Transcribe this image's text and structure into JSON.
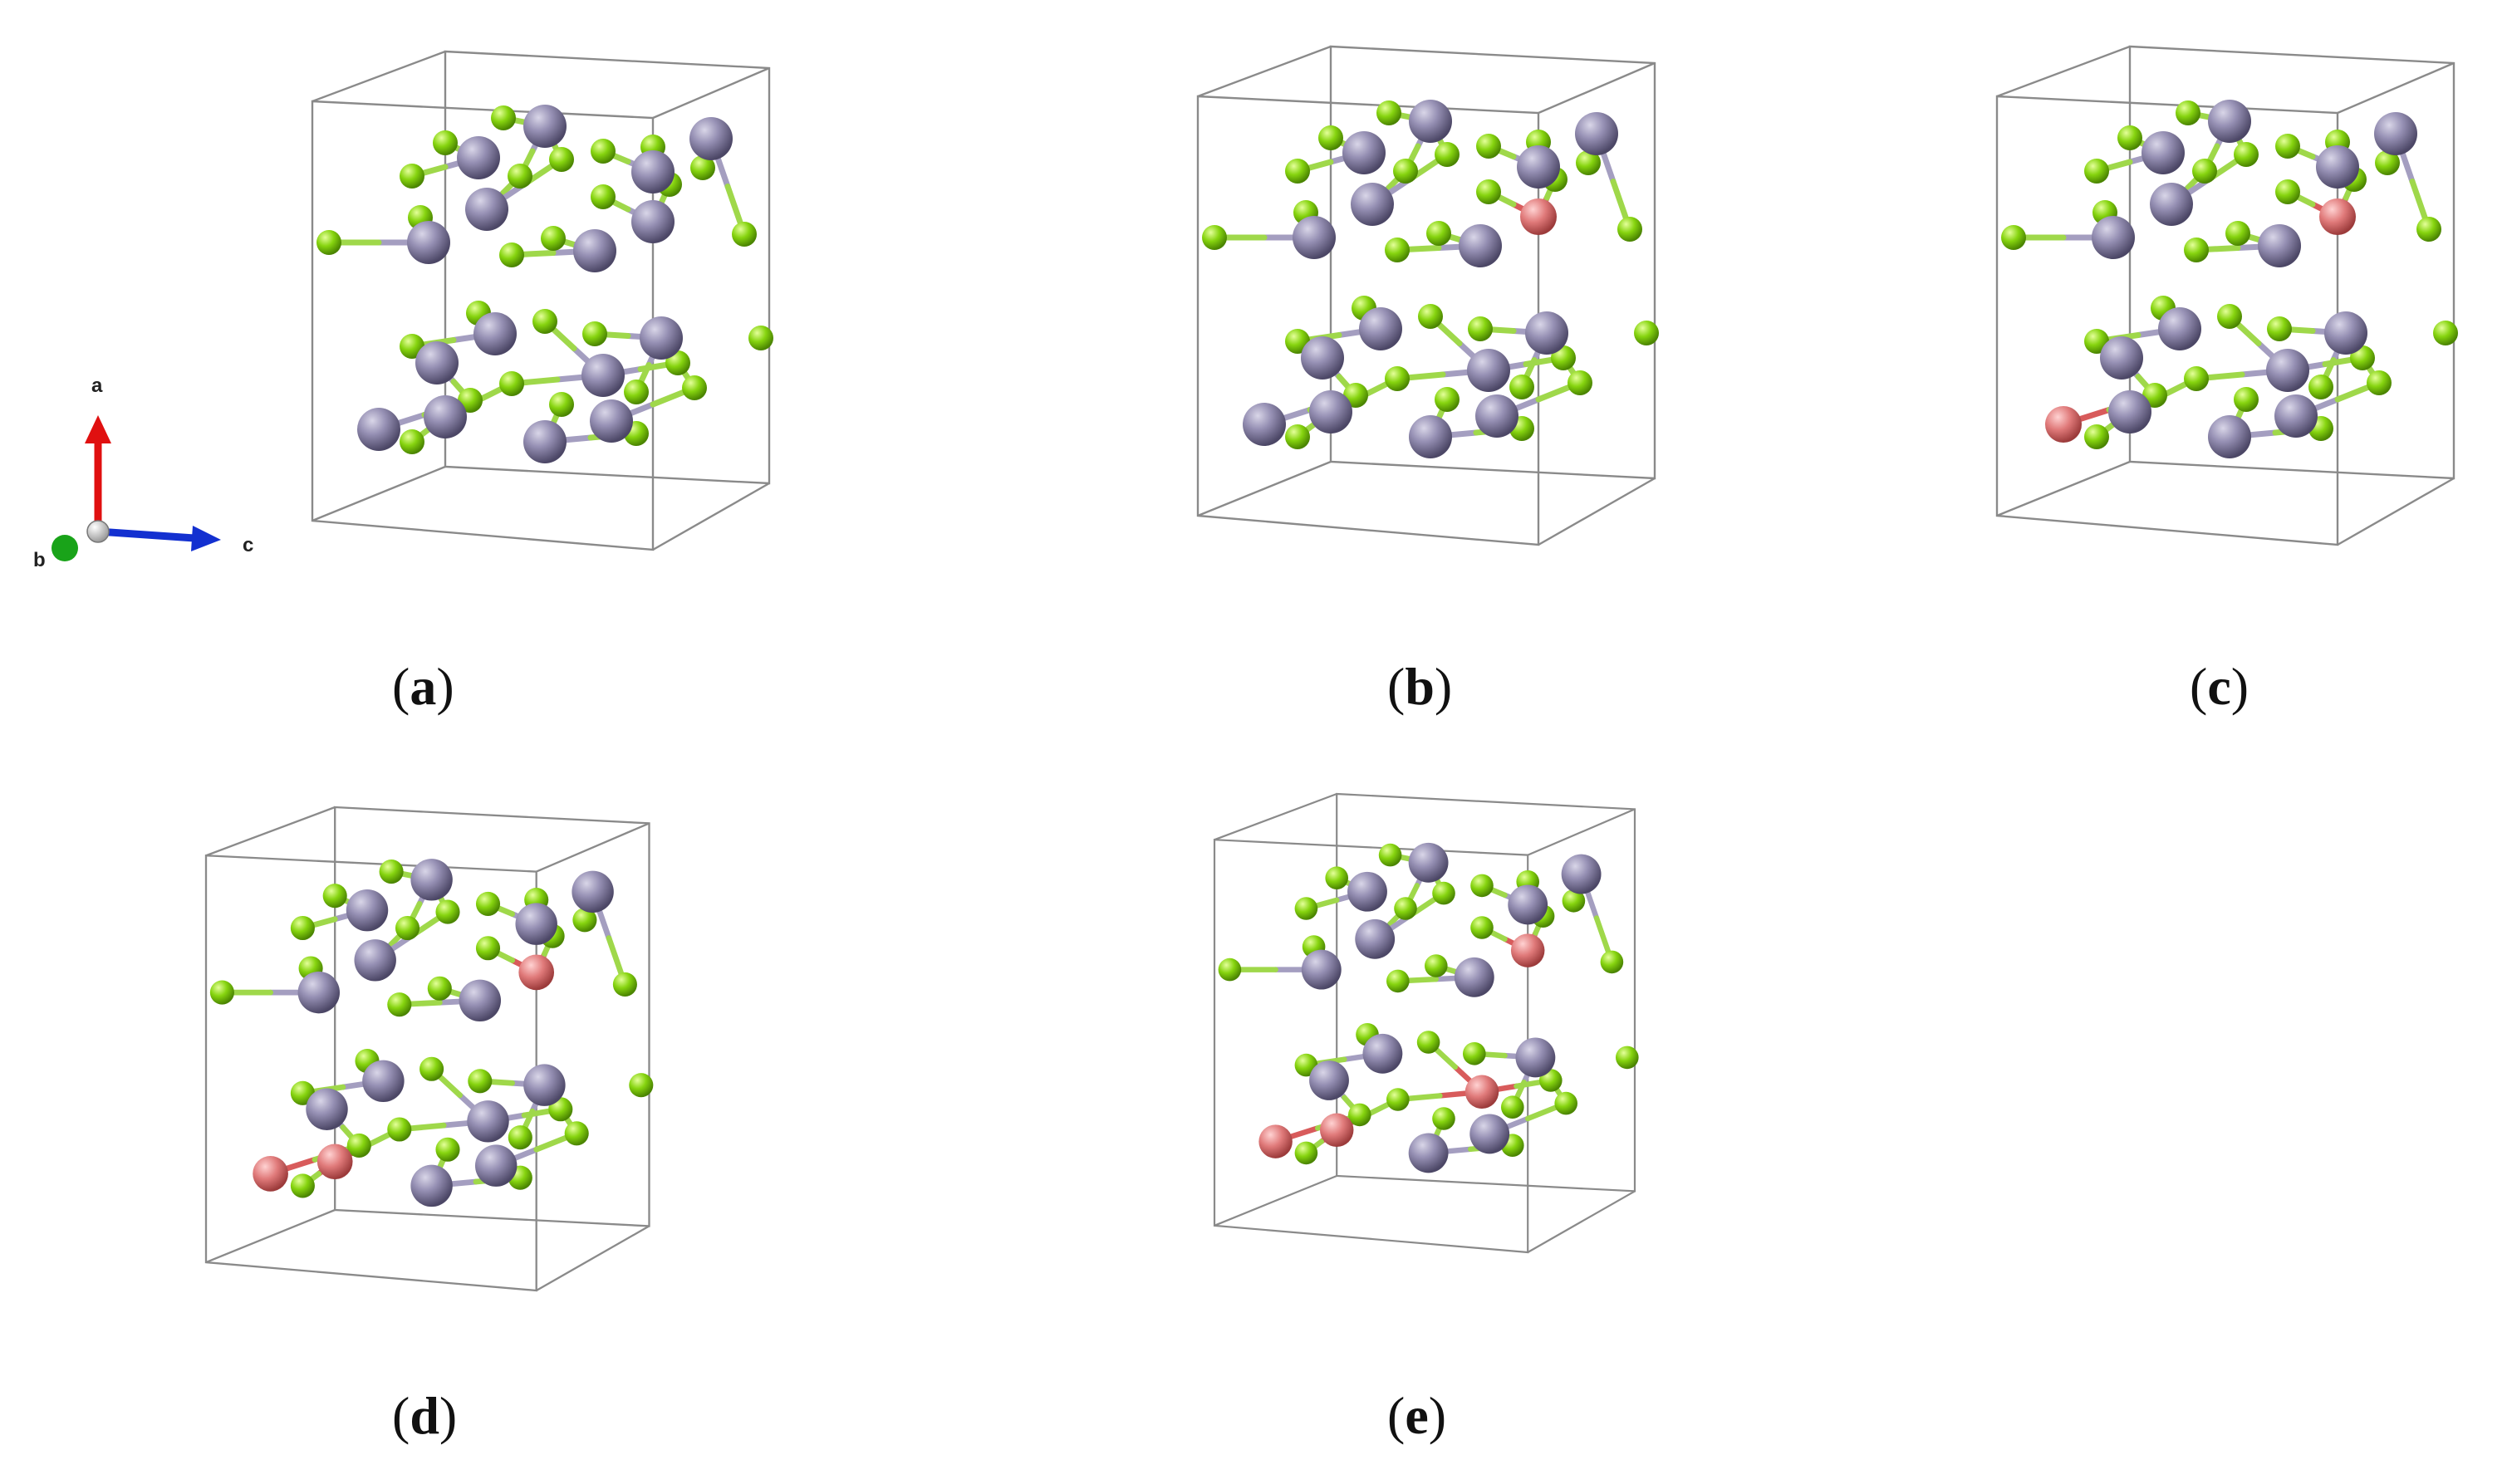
{
  "figure": {
    "panels": [
      {
        "id": "a",
        "label": "a",
        "red_atoms": 0
      },
      {
        "id": "b",
        "label": "b",
        "red_atoms": 1
      },
      {
        "id": "c",
        "label": "c",
        "red_atoms": 2
      },
      {
        "id": "d",
        "label": "d",
        "red_atoms": 3
      },
      {
        "id": "e",
        "label": "e",
        "red_atoms": 4
      }
    ],
    "axes": {
      "a": "a",
      "b": "b",
      "c": "c"
    },
    "colors": {
      "cell_edge": "#8a8a8a",
      "gray_atom": "#8c86a8",
      "green_atom": "#86d40f",
      "red_atom": "#e07a7a",
      "gray_bond": "#a49ec0",
      "green_bond": "#9fd84a",
      "red_bond": "#d85b5b",
      "axis_a": "#e01010",
      "axis_b": "#19a319",
      "axis_c": "#1330d0"
    }
  }
}
